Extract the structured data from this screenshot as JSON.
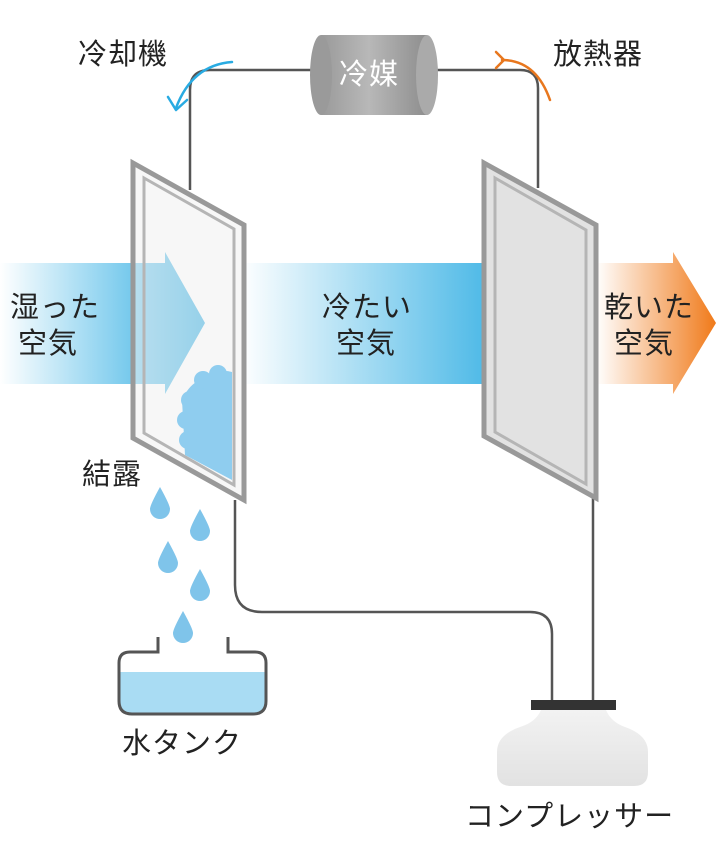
{
  "labels": {
    "chiller": "冷却機",
    "refrigerant": "冷媒",
    "radiator": "放熱器",
    "humid_air": [
      "湿った",
      "空気"
    ],
    "cold_air": [
      "冷たい",
      "空気"
    ],
    "dry_air": [
      "乾いた",
      "空気"
    ],
    "condensation": "結露",
    "water_tank": "水タンク",
    "compressor": "コンプレッサー"
  },
  "colors": {
    "cool_arrow": "#29abe2",
    "warm_arrow": "#f07a1a",
    "chiller_curl": "#29abe2",
    "radiator_curl": "#e8771e",
    "panel_frame": "#a6a6a6",
    "pipe": "#555555",
    "water": "#a9dcf3",
    "droplet": "#7fc4ea"
  },
  "icons": {
    "refrigerant": "cylinder-icon",
    "chiller_flow": "curved-arrow-icon",
    "radiator_flow": "curved-arrow-icon",
    "droplet": "water-drop-icon"
  }
}
